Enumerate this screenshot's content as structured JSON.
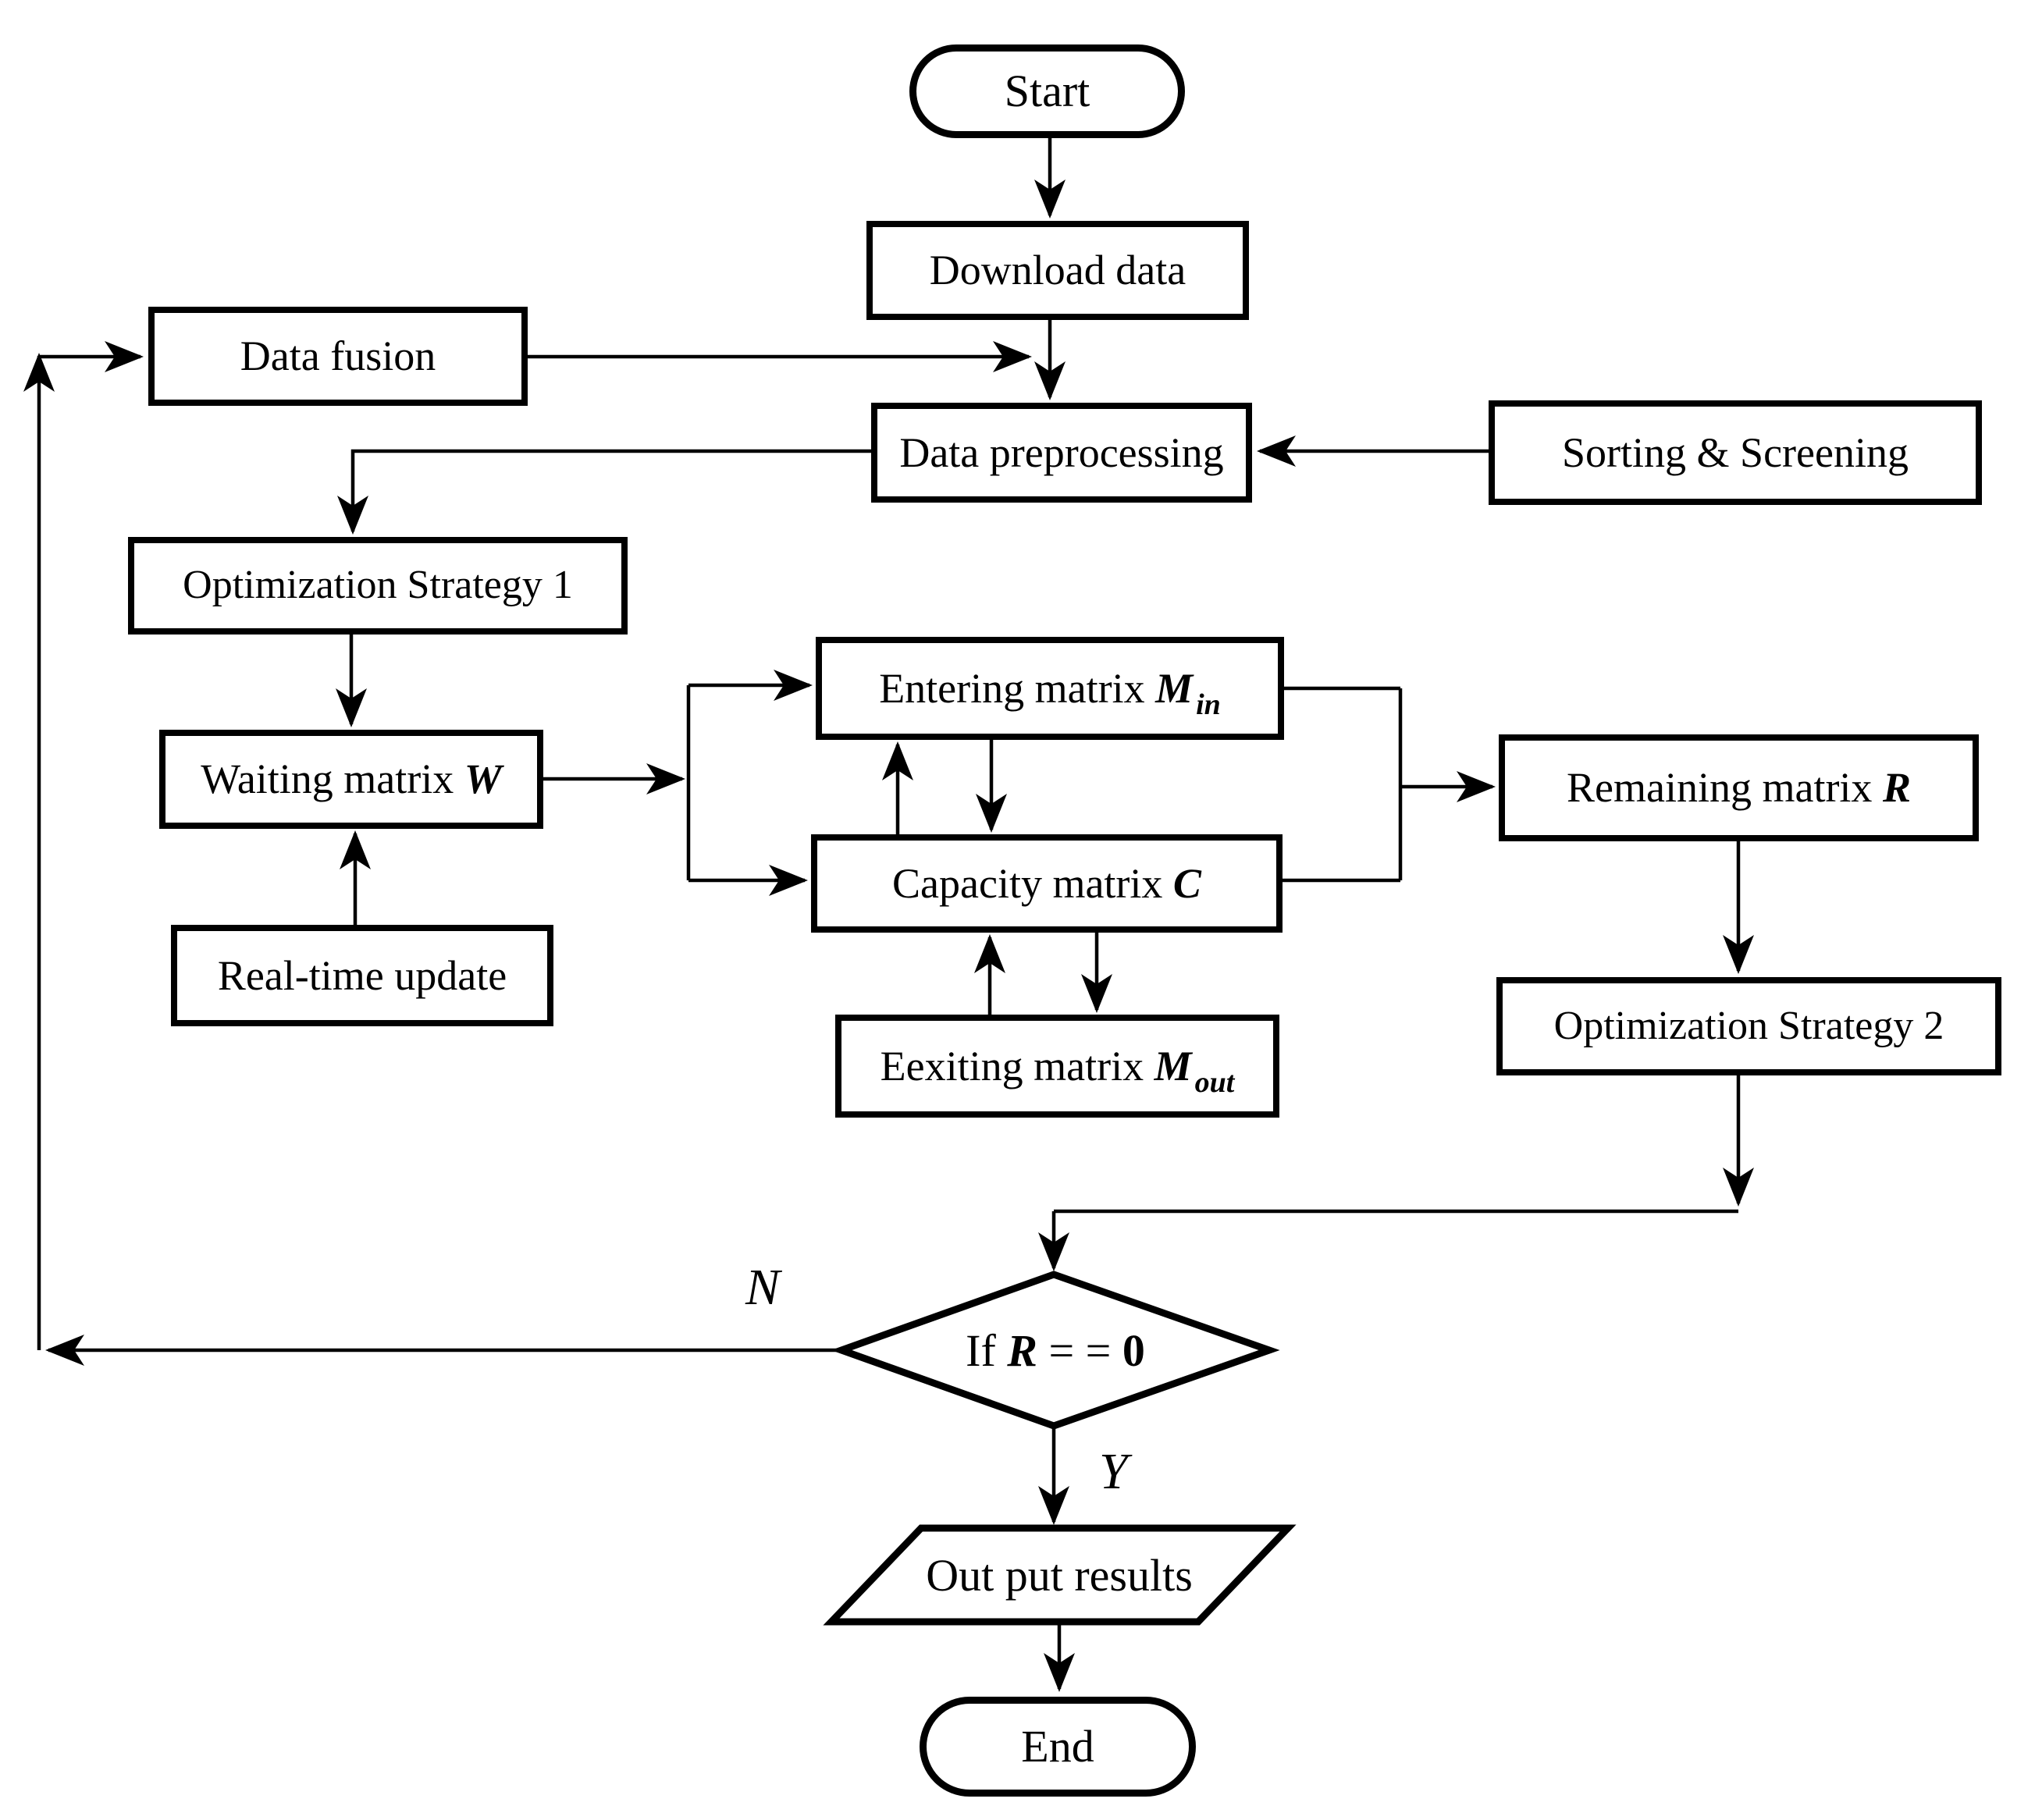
{
  "diagram": {
    "colors": {
      "stroke": "#000000",
      "background": "#ffffff"
    },
    "nodes": {
      "start": {
        "label": "Start",
        "shape": "stadium"
      },
      "download": {
        "label": "Download data",
        "shape": "process"
      },
      "data_fusion": {
        "label": "Data fusion",
        "shape": "process"
      },
      "preprocessing": {
        "label": "Data preprocessing",
        "shape": "process"
      },
      "sorting": {
        "label": "Sorting & Screening",
        "shape": "process"
      },
      "opt1": {
        "label": "Optimization Strategy 1",
        "shape": "process"
      },
      "waiting": {
        "label": "Waiting matrix ",
        "symbol": "W",
        "shape": "process"
      },
      "realtime": {
        "label": "Real-time update",
        "shape": "process"
      },
      "entering": {
        "label": "Entering matrix ",
        "symbol": "M",
        "subscript": "in",
        "shape": "process"
      },
      "capacity": {
        "label": "Capacity matrix ",
        "symbol": "C",
        "shape": "process"
      },
      "exiting": {
        "label": "Eexiting matrix ",
        "symbol": "M",
        "subscript": "out",
        "shape": "process"
      },
      "remaining": {
        "label": "Remaining matrix ",
        "symbol": "R",
        "shape": "process"
      },
      "opt2": {
        "label": "Optimization Strategy 2",
        "shape": "process"
      },
      "decision": {
        "prefix": "If ",
        "symbol": "R",
        "operator": " = = ",
        "value": "0",
        "shape": "decision"
      },
      "output": {
        "label": "Out put results",
        "shape": "parallelogram"
      },
      "end": {
        "label": "End",
        "shape": "stadium"
      }
    },
    "edge_labels": {
      "no": "N",
      "yes": "Y"
    }
  }
}
